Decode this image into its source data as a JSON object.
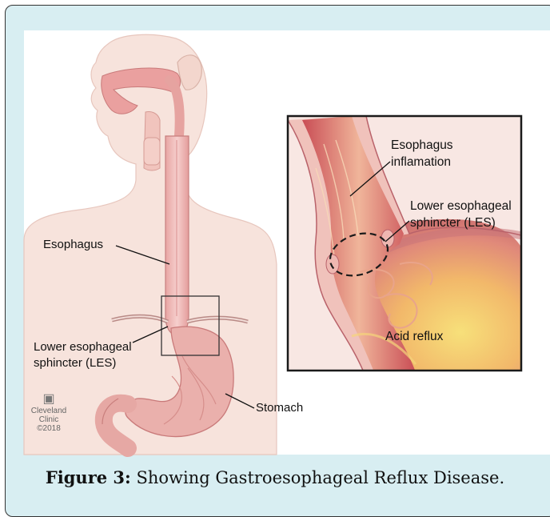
{
  "labels": {
    "esophagus": "Esophagus",
    "les_main_line1": "Lower esophageal",
    "les_main_line2": "sphincter (LES)",
    "stomach": "Stomach",
    "inflammation_line1": "Esophagus",
    "inflammation_line2": "inflamation",
    "les_inset_line1": "Lower esophageal",
    "les_inset_line2": "sphincter (LES)",
    "acid_reflux": "Acid reflux"
  },
  "logo": {
    "icon": "cleveland-clinic-logo-icon",
    "name_line1": "Cleveland",
    "name_line2": "Clinic",
    "copyright": "©2018"
  },
  "caption": {
    "prefix": "Figure 3:",
    "text": " Showing Gastroesophageal Reflux Disease."
  },
  "colors": {
    "frame_background": "#d8eef2",
    "skin": "#f6dcd5",
    "tissue": "#e9a8a5",
    "tissue_dark": "#c85f62",
    "stomach_yellow": "#f3d36b"
  }
}
